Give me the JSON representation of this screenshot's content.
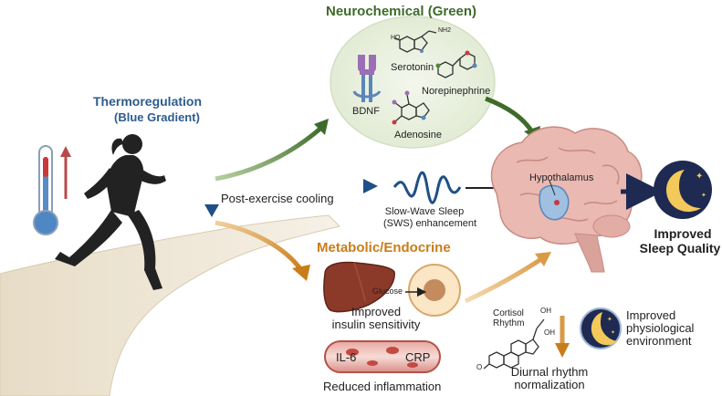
{
  "sections": {
    "neurochemical_title": "Neurochemical (Green)",
    "thermo_title": "Thermoregulation",
    "thermo_subtitle": "(Blue Gradient)",
    "metabolic_title": "Metabolic/Endocrine"
  },
  "neurochemical": {
    "serotonin": "Serotonin",
    "bdnf": "BDNF",
    "norepinephrine": "Norepinephrine",
    "adenosine": "Adenosine"
  },
  "thermo": {
    "cooling": "Post-exercise cooling",
    "sws_line1": "Slow-Wave Sleep",
    "sws_line2": "(SWS) enhancement"
  },
  "brain": {
    "hypothalamus": "Hypothalamus"
  },
  "outcome": {
    "line1": "Improved",
    "line2": "Sleep Quality"
  },
  "metabolic": {
    "glucose": "Glucose",
    "insulin_line1": "Improved",
    "insulin_line2": "insulin sensitivity",
    "il6": "IL-6",
    "crp": "CRP",
    "inflammation": "Reduced inflammation",
    "cortisol_line1": "Cortisol",
    "cortisol_line2": "Rhythm",
    "oh1": "OH",
    "oh2": "OH",
    "o_label": "O",
    "diurnal_line1": "Diurnal rhythm",
    "diurnal_line2": "normalization",
    "physio_line1": "Improved",
    "physio_line2": "physiological",
    "physio_line3": "environment"
  },
  "chem": {
    "ho": "HO",
    "nh2": "NH2"
  },
  "colors": {
    "green": "#3e6b2a",
    "blue": "#2d5c8e",
    "orange": "#c97d1a",
    "navy": "#1e2a52",
    "brain": "#e8b7b0",
    "runner": "#222222",
    "path": "#efe7d6"
  },
  "icons": {
    "thermometer": "thermometer-icon",
    "runner": "runner-silhouette",
    "brain": "brain-illustration",
    "moon": "moon-stars-icon",
    "wave": "wave-icon",
    "liver": "liver-icon",
    "cell": "cell-icon",
    "vessel": "blood-vessel-icon"
  }
}
